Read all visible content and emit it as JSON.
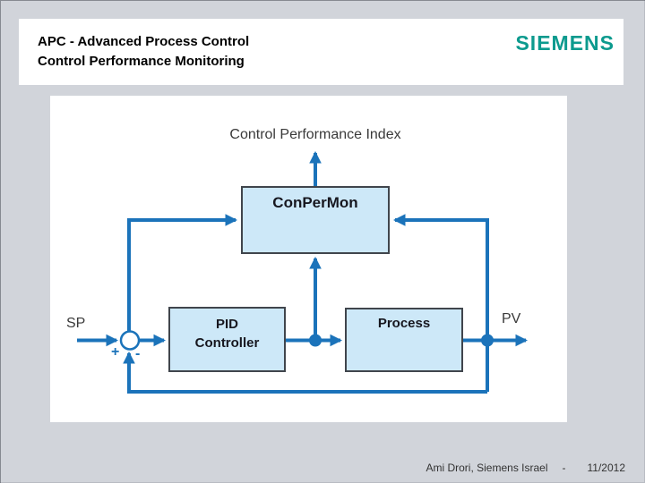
{
  "slide": {
    "header": {
      "title_line1": "APC - Advanced Process Control",
      "title_line2": "Control Performance Monitoring",
      "logo_text": "SIEMENS"
    },
    "diagram": {
      "caption": "Control Performance Index",
      "blocks": {
        "conpermon": "ConPerMon",
        "pid_controller": "PID\nController",
        "process": "Process"
      },
      "labels": {
        "setpoint": "SP",
        "process_value": "PV",
        "sum_plus": "+",
        "sum_minus": "-"
      }
    },
    "footer": {
      "author": "Ami Drori, Siemens Israel",
      "separator": "-",
      "date": "11/2012"
    },
    "colors": {
      "background": "#d1d4da",
      "accent_blue": "#1b73ba",
      "block_fill": "#cde8f8",
      "block_border": "#40454c",
      "siemens_teal": "#0c9a8e"
    }
  }
}
